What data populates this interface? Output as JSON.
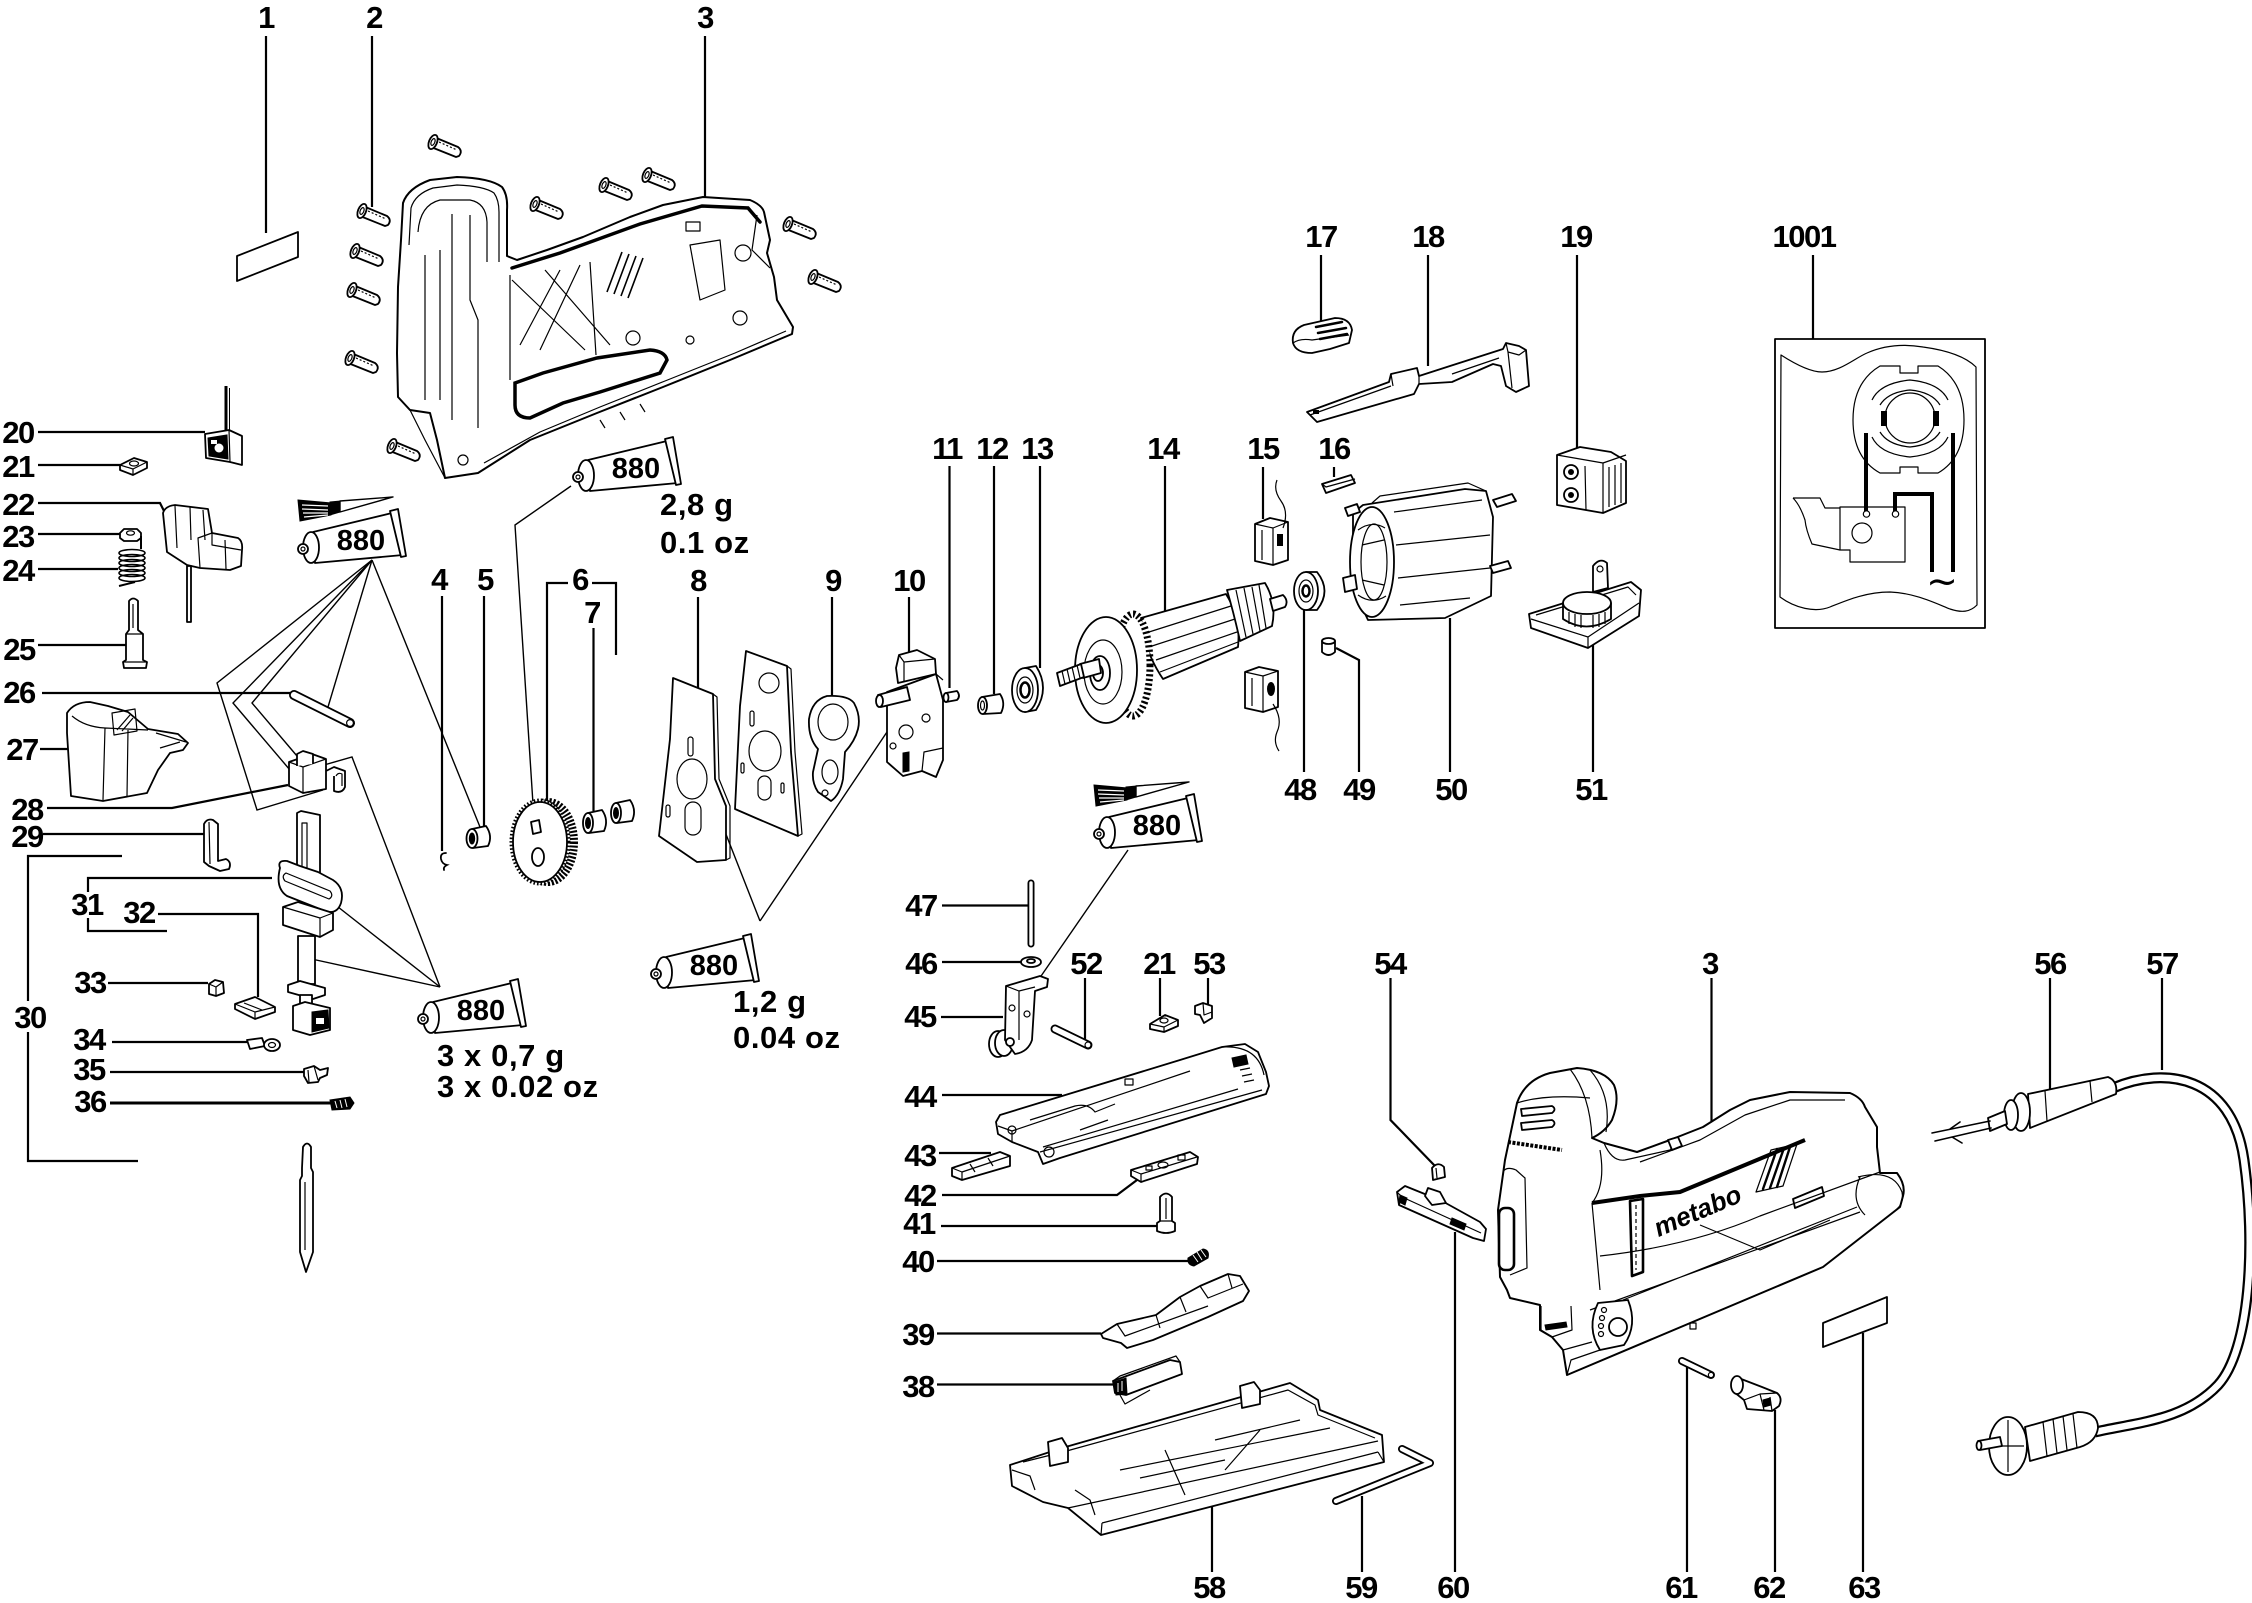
{
  "diagram": {
    "callouts": {
      "top_row": [
        "1",
        "2",
        "3",
        "17",
        "18",
        "19",
        "1001"
      ],
      "left_column": [
        "20",
        "21",
        "22",
        "23",
        "24",
        "25",
        "26",
        "27",
        "28",
        "29",
        "30",
        "31",
        "32",
        "33",
        "34",
        "35",
        "36"
      ],
      "gear_row": [
        "4",
        "5",
        "6",
        "7",
        "8",
        "9",
        "10"
      ],
      "motor_row_top": [
        "11",
        "12",
        "13",
        "14",
        "15",
        "16"
      ],
      "motor_row_bottom": [
        "48",
        "49",
        "50",
        "51"
      ],
      "stroke_column": [
        "47",
        "46",
        "45",
        "44",
        "43",
        "42",
        "41",
        "40",
        "39",
        "38"
      ],
      "stroke_row": [
        "52",
        "21",
        "53",
        "54"
      ],
      "assembly_row": [
        "3",
        "56",
        "57"
      ],
      "bottom_row": [
        "58",
        "59",
        "60",
        "61",
        "62",
        "63"
      ]
    },
    "lubricant_tubes": [
      {
        "icon": "grease-tube-icon",
        "code": "880",
        "amount": "2,8 g",
        "amount_imperial": "0.1 oz"
      },
      {
        "icon": "grease-tube-icon",
        "code": "880",
        "applicator_icon": "brush-icon"
      },
      {
        "icon": "grease-tube-icon",
        "code": "880",
        "amount": "3 x 0,7 g",
        "amount_imperial": "3 x 0.02 oz"
      },
      {
        "icon": "grease-tube-icon",
        "code": "880",
        "amount": "1,2 g",
        "amount_imperial": "0.04 oz"
      },
      {
        "icon": "grease-tube-icon",
        "code": "880",
        "applicator_icon": "brush-icon"
      }
    ],
    "assembled_tool": {
      "brand_logo": "metabo"
    },
    "wiring_diagram": {
      "ac_symbol": "~"
    },
    "colors": {
      "ink": "#000000",
      "background": "#ffffff"
    }
  }
}
